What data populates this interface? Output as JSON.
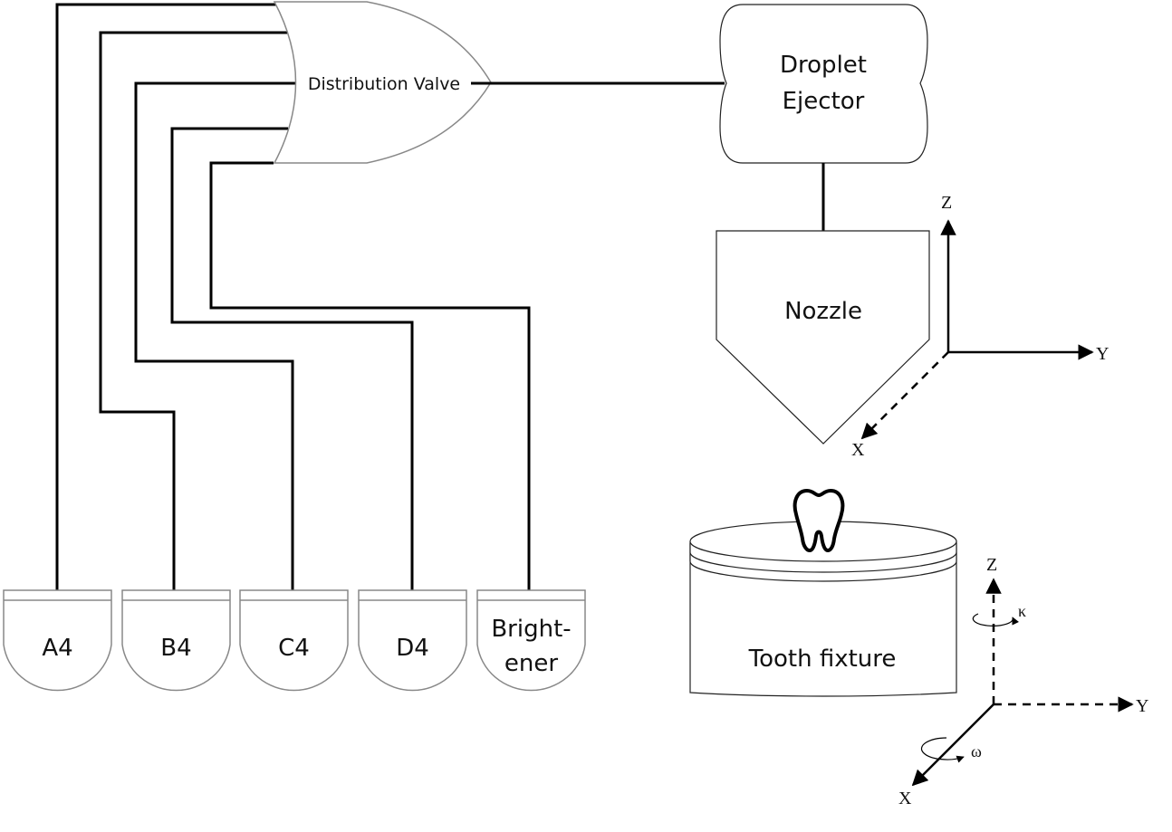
{
  "valve": {
    "label": "Distribution Valve"
  },
  "ejector": {
    "line1": "Droplet",
    "line2": "Ejector"
  },
  "nozzle": {
    "label": "Nozzle"
  },
  "fixture": {
    "label": "Tooth fixture"
  },
  "reservoirs": [
    {
      "line1": "A4",
      "line2": ""
    },
    {
      "line1": "B4",
      "line2": ""
    },
    {
      "line1": "C4",
      "line2": ""
    },
    {
      "line1": "D4",
      "line2": ""
    },
    {
      "line1": "Bright-",
      "line2": "ener"
    }
  ],
  "axes_top": {
    "z": "Z",
    "y": "Y",
    "x": "X"
  },
  "axes_bottom": {
    "z": "Z",
    "y": "Y",
    "x": "X",
    "kappa": "κ",
    "omega": "ω"
  },
  "icons": {
    "tooth": "tooth-icon"
  }
}
